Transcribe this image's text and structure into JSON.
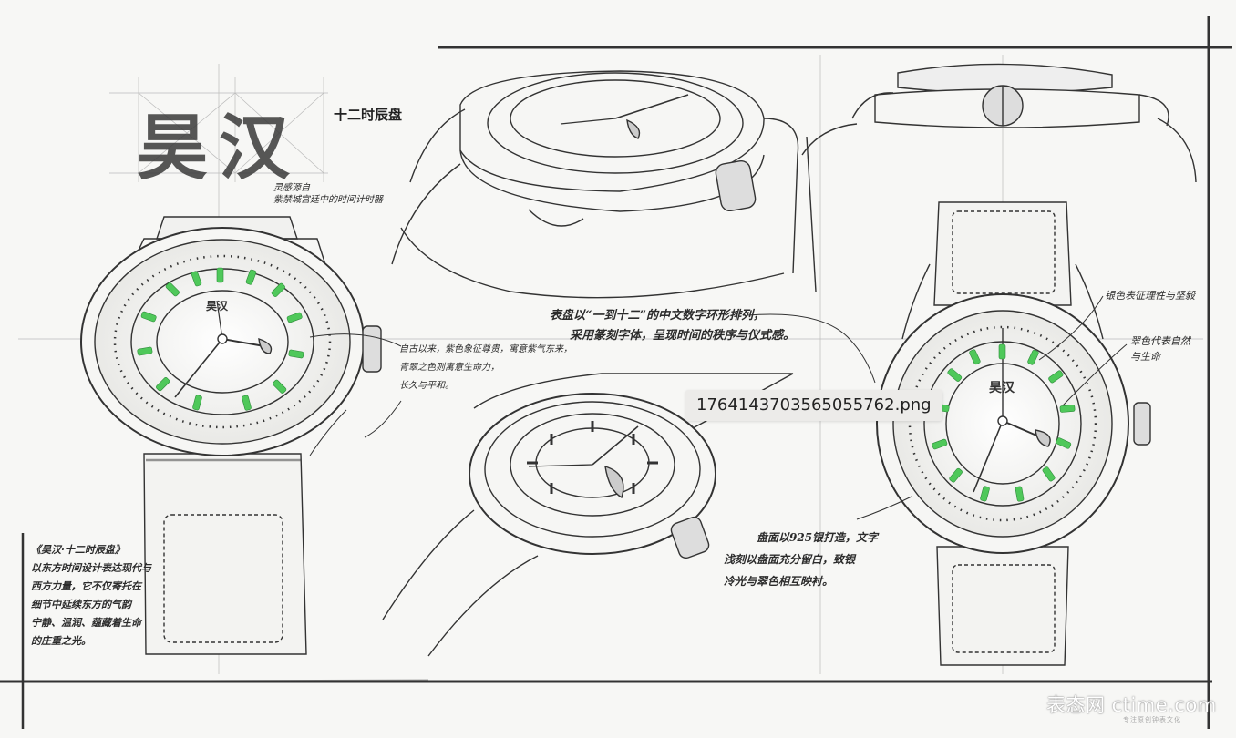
{
  "title": {
    "brand": "昊汉",
    "subtitle": "十二时辰盘"
  },
  "annotations": {
    "lingganyuan": [
      "灵感源自",
      "紫禁城宫廷中的时间计时器"
    ],
    "dial_order": [
      "表盘以“一到十二”的中文数字环形排列，",
      "采用篆刻字体，呈现时间的秩序与仪式感。"
    ],
    "ancient": [
      "自古以来，紫色象征尊贵，寓意紫气东来，",
      "青翠之色则寓意生命力，",
      "长久与平和。"
    ],
    "silver": [
      "银色表征理性与坚毅"
    ],
    "green": [
      "翠色代表自然",
      "与生命"
    ],
    "silver_dial": [
      "盘面以925银打造，文字",
      "浅刻以盘面充分留白，致银",
      "冷光与翠色相互映衬。"
    ],
    "concept": [
      "《昊汉·十二时辰盘》",
      "以东方时间设计表达现代与",
      "西方力量，它不仅寄托在",
      "细节中延续东方的气韵",
      "宁静、温润、蕴藏着生命",
      "的庄重之光。"
    ]
  },
  "file_tooltip": "1764143703565055762.png",
  "watermark": {
    "text": "表态网 ctime.com",
    "sub": "专注原创钟表文化"
  },
  "colors": {
    "pencil": "#2b2b2b",
    "paper": "#f7f7f5",
    "jade": "#4fc85a",
    "frame": "#333333"
  }
}
